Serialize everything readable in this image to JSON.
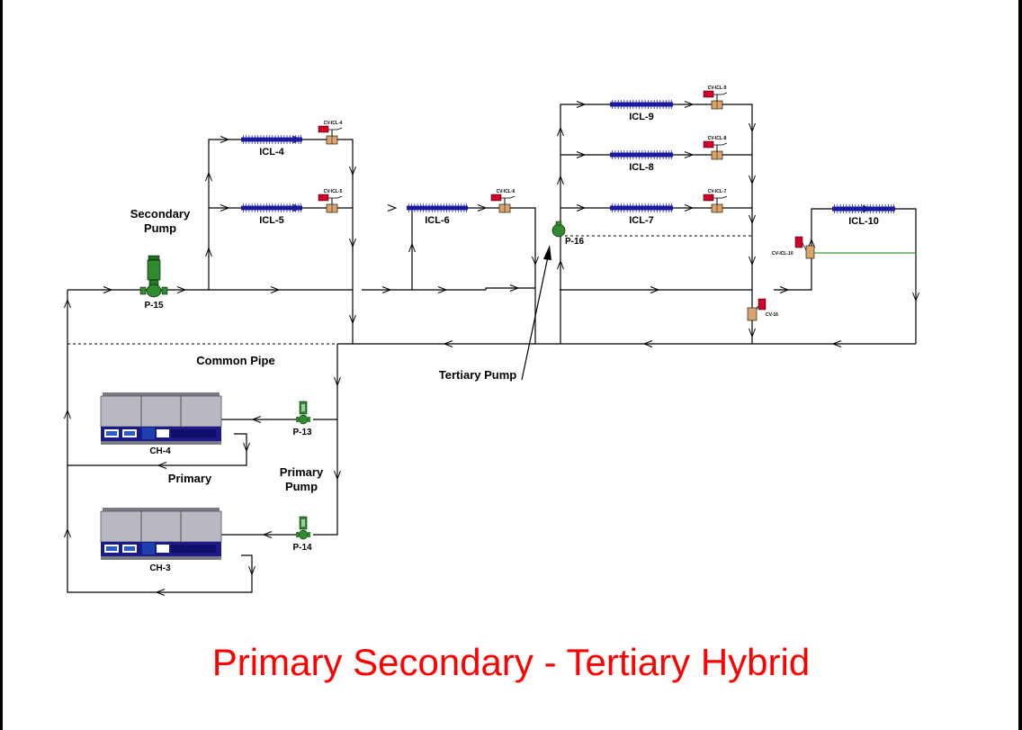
{
  "title": "Primary Secondary - Tertiary Hybrid",
  "labels": {
    "secondary_pump": [
      "Secondary",
      "Pump"
    ],
    "primary_pump": [
      "Primary",
      "Pump"
    ],
    "common_pipe": "Common Pipe",
    "tertiary_pump": "Tertiary Pump",
    "primary": "Primary"
  },
  "coils": {
    "icl4": "ICL-4",
    "icl5": "ICL-5",
    "icl6": "ICL-6",
    "icl7": "ICL-7",
    "icl8": "ICL-8",
    "icl9": "ICL-9",
    "icl10": "ICL-10"
  },
  "valves": {
    "cv4": "CV-ICL-4",
    "cv5": "CV-ICL-5",
    "cv6": "CV-ICL-6",
    "cv7": "CV-ICL-7",
    "cv8": "CV-ICL-8",
    "cv9": "CV-ICL-9",
    "cv10": "CV-ICL-10",
    "cv16": "CV-16"
  },
  "pumps": {
    "p13": "P-13",
    "p14": "P-14",
    "p15": "P-15",
    "p16": "P-16"
  },
  "chillers": {
    "ch3": "CH-3",
    "ch4": "CH-4"
  },
  "colors": {
    "title": "#ff0000",
    "pump": "#2e8b2e",
    "valve_body": "#d9a56a",
    "actuator": "#d4002a",
    "coil": "#1a1aa0",
    "chiller": "#b8b8c0",
    "bypass": "#3c9a3c"
  }
}
